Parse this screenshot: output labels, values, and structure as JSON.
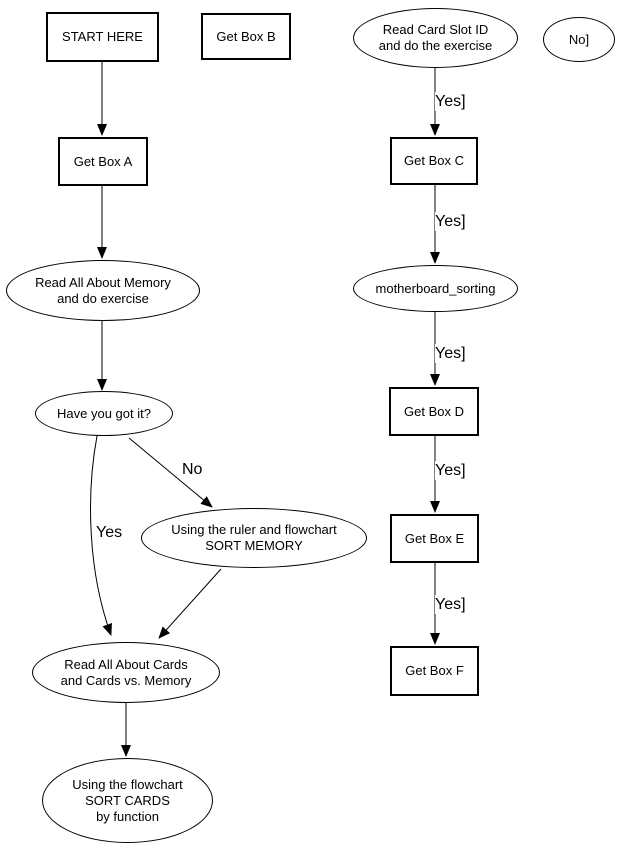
{
  "colors": {
    "background": "#ffffff",
    "stroke": "#000000",
    "text": "#000000"
  },
  "nodes": {
    "start_here": {
      "label": "START HERE",
      "shape": "box"
    },
    "get_box_b": {
      "label": "Get Box B",
      "shape": "box"
    },
    "get_box_a": {
      "label": "Get Box A",
      "shape": "box"
    },
    "read_memory": {
      "label": "Read All About Memory\nand do exercise",
      "shape": "ellipse"
    },
    "have_you_got_it": {
      "label": "Have you got it?",
      "shape": "ellipse"
    },
    "sort_memory": {
      "label": "Using the ruler and flowchart\nSORT MEMORY",
      "shape": "ellipse"
    },
    "read_cards": {
      "label": "Read All About Cards\nand Cards vs. Memory",
      "shape": "ellipse"
    },
    "sort_cards": {
      "label": "Using the flowchart\nSORT CARDS\nby function",
      "shape": "ellipse"
    },
    "read_card_slot": {
      "label": "Read Card Slot ID\nand do the exercise",
      "shape": "ellipse"
    },
    "no_node": {
      "label": "No]",
      "shape": "ellipse"
    },
    "get_box_c": {
      "label": "Get Box C",
      "shape": "box"
    },
    "motherboard_sorting": {
      "label": "motherboard_sorting",
      "shape": "ellipse"
    },
    "get_box_d": {
      "label": "Get Box D",
      "shape": "box"
    },
    "get_box_e": {
      "label": "Get Box E",
      "shape": "box"
    },
    "get_box_f": {
      "label": "Get Box F",
      "shape": "box"
    }
  },
  "edge_labels": {
    "yes_right": [
      "Yes]",
      "Yes]",
      "Yes]",
      "Yes]",
      "Yes]"
    ],
    "no": "No",
    "yes": "Yes"
  },
  "edges": [
    {
      "from": "start_here",
      "to": "get_box_a"
    },
    {
      "from": "get_box_a",
      "to": "read_memory"
    },
    {
      "from": "read_memory",
      "to": "have_you_got_it"
    },
    {
      "from": "have_you_got_it",
      "to": "sort_memory",
      "label": "No"
    },
    {
      "from": "have_you_got_it",
      "to": "read_cards",
      "label": "Yes"
    },
    {
      "from": "sort_memory",
      "to": "read_cards"
    },
    {
      "from": "read_cards",
      "to": "sort_cards"
    },
    {
      "from": "read_card_slot",
      "to": "get_box_c",
      "label": "Yes]"
    },
    {
      "from": "get_box_c",
      "to": "motherboard_sorting",
      "label": "Yes]"
    },
    {
      "from": "motherboard_sorting",
      "to": "get_box_d",
      "label": "Yes]"
    },
    {
      "from": "get_box_d",
      "to": "get_box_e",
      "label": "Yes]"
    },
    {
      "from": "get_box_e",
      "to": "get_box_f",
      "label": "Yes]"
    }
  ]
}
